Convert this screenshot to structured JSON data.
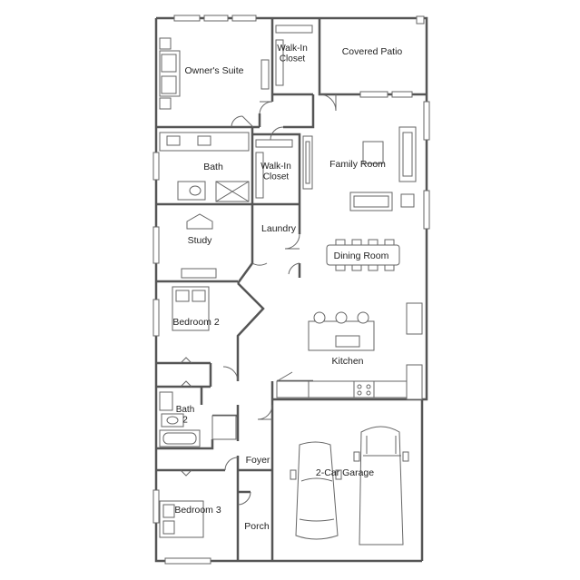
{
  "rooms": {
    "owners_suite": "Owner's Suite",
    "walk_in_closet_1": "Walk-In Closet",
    "covered_patio": "Covered Patio",
    "bath": "Bath",
    "walk_in_closet_2": "Walk-In Closet",
    "family_room": "Family Room",
    "laundry": "Laundry",
    "study": "Study",
    "dining_room": "Dining Room",
    "bedroom_2": "Bedroom 2",
    "kitchen": "Kitchen",
    "bath_2": "Bath 2",
    "foyer": "Foyer",
    "garage": "2-Car Garage",
    "bedroom_3": "Bedroom 3",
    "porch": "Porch"
  },
  "colors": {
    "wall": "#555555",
    "fixture": "#666666",
    "background": "#ffffff",
    "text": "#222222"
  }
}
